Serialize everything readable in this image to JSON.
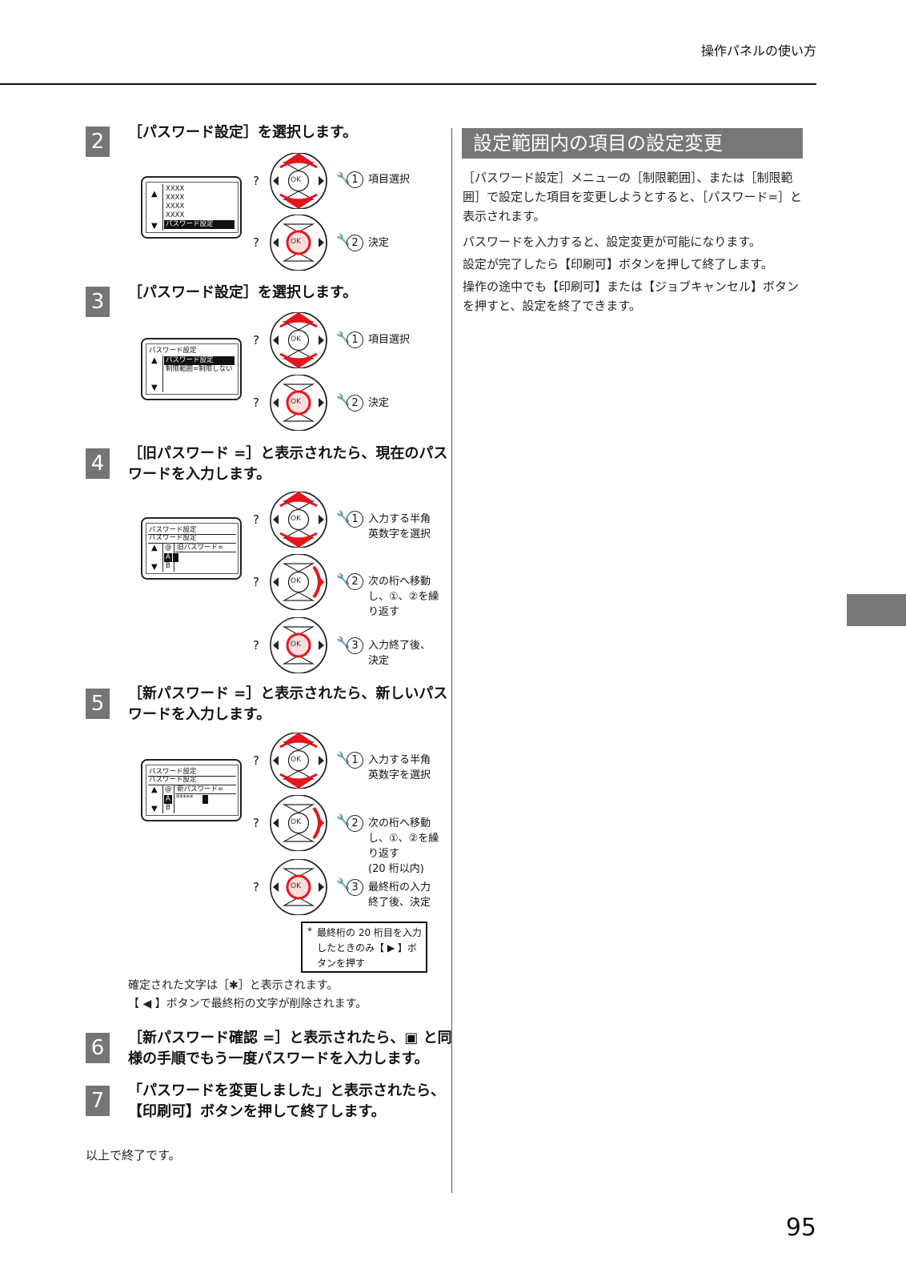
{
  "header": {
    "title": "操作パネルの使い方"
  },
  "page_number": "95",
  "left": {
    "steps": [
      {
        "num": "2",
        "text": "［パスワード設定］を選択します。"
      },
      {
        "num": "3",
        "text": "［パスワード設定］を選択します。"
      },
      {
        "num": "4",
        "text": "［旧パスワード =］と表示されたら、現在のパス\nワードを入力します。"
      },
      {
        "num": "5",
        "text": "［新パスワード =］と表示されたら、新しいパス\nワードを入力します。"
      },
      {
        "num": "6",
        "text": "［新パスワード確認 =］と表示されたら、▣ と同\n様の手順でもう一度パスワードを入力します。"
      },
      {
        "num": "7",
        "text": "「パスワードを変更しました」と表示されたら、\n【印刷可】ボタンを押して終了します。"
      }
    ],
    "lcd": {
      "s2": {
        "lines": [
          "XXXX",
          "XXXX",
          "XXXX",
          "XXXX"
        ],
        "highlight": "パスワード設定"
      },
      "s3": {
        "title": "パスワード設定",
        "highlight": "パスワード設定",
        "line2": "制限範囲=制限しない"
      },
      "s4": {
        "title1": "パスワード設定",
        "title2": "パスワード設定",
        "marker": "@",
        "field": "旧パスワード=",
        "char1": "A",
        "char2": "B"
      },
      "s5": {
        "title1": "パスワード設定",
        "title2": "パスワード設定",
        "marker": "@",
        "field": "新パスワード=",
        "char1": "A",
        "char2": "B",
        "stars": "*****"
      }
    },
    "controls": {
      "question": "?",
      "ok": "OK",
      "wrench": "'"
    },
    "annotations": {
      "select_item": "項目選択",
      "confirm": "決定",
      "choose_char": "入力する半角\n英数字を選択",
      "next_digit": "次の桁へ移動\nし、①、②を繰\nり返す",
      "next_digit_20": "次の桁へ移動\nし、①、②を繰\nり返す\n(20 桁以内)",
      "input_done": "入力終了後、\n決定",
      "last_done": "最終桁の入力\n終了後、決定"
    },
    "circled": [
      "1",
      "2",
      "3"
    ],
    "note": {
      "star": "*",
      "text": "最終桁の 20 桁目を入力したときのみ【 ▶ 】ボタンを押す"
    },
    "after_step5": [
      "確定された文字は［✱］と表示されます。",
      "【 ◀ 】ボタンで最終桁の文字が削除されます。"
    ],
    "ending": "以上で終了です。"
  },
  "right": {
    "section_title": "設定範囲内の項目の設定変更",
    "paragraphs": [
      "［パスワード設定］メニューの［制限範囲］、または［制限範囲］で設定した項目を変更しようとすると、［パスワード=］と表示されます。",
      "パスワードを入力すると、設定変更が可能になります。",
      "設定が完了したら【印刷可】ボタンを押して終了します。",
      "操作の途中でも【印刷可】または【ジョブキャンセル】ボタンを押すと、設定を終了できます。"
    ]
  },
  "colors": {
    "accent_red": "#e8141c",
    "tab_gray": "#757575"
  }
}
